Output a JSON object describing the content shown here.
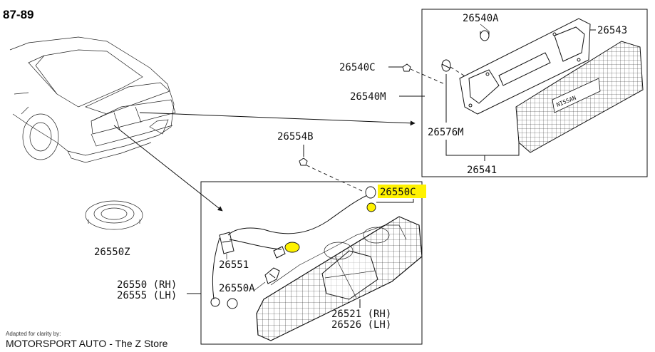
{
  "title": "87-89",
  "credit": {
    "small": "Adapted for clarity by:",
    "main": "MOTORSPORT AUTO - The Z Store"
  },
  "callouts": {
    "p26540A": "26540A",
    "p26543": "26543",
    "p26540C": "26540C",
    "p26540M": "26540M",
    "p26576M": "26576M",
    "p26541": "26541",
    "p26554B": "26554B",
    "p26550C": "26550C",
    "p26550Z": "26550Z",
    "p26551": "26551",
    "p26550A": "26550A",
    "p26550_rh": "26550 (RH)",
    "p26555_lh": "26555 (LH)",
    "p26521_rh": "26521 (RH)",
    "p26526_lh": "26526 (LH)"
  },
  "panel_text": "NISSAN",
  "colors": {
    "highlight": "#fff200",
    "ink": "#111111"
  }
}
